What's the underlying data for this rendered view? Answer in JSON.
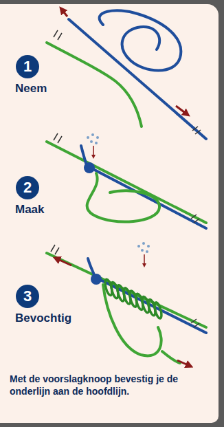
{
  "diagram": {
    "caption": "Met de voorslagknoop bevestig je de onderlijn aan de hoofdlijn.",
    "nodes": [
      {
        "text": [
          "1"
        ]
      },
      {
        "text": [
          "2"
        ]
      },
      {
        "text": [
          "3"
        ]
      }
    ],
    "labels": [
      "Neem",
      "Maak",
      "Bevochtig"
    ]
  }
}
